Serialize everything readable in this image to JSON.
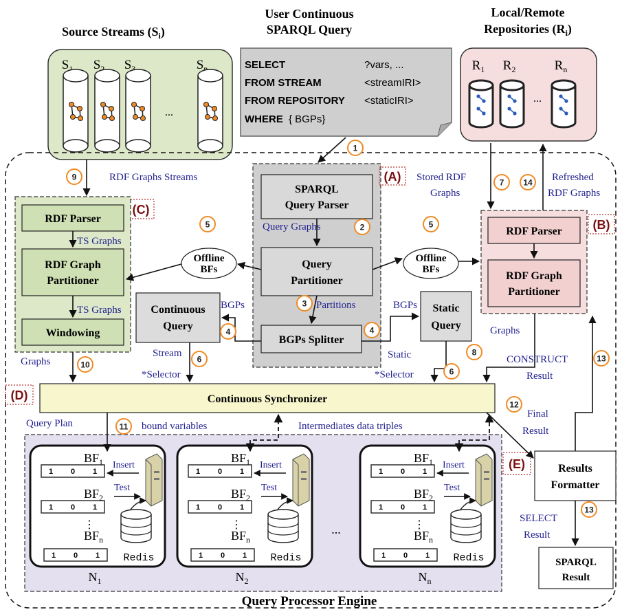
{
  "headers": {
    "source_streams": "Source Streams (S",
    "source_streams_sub": "i",
    "source_streams_end": ")",
    "user_query_line1": "User Continuous",
    "user_query_line2": "SPARQL Query",
    "repos_line1": "Local/Remote",
    "repos_line2": "Repositories (R",
    "repos_sub": "i",
    "repos_end": ")"
  },
  "streams": [
    {
      "base": "S",
      "sub": "1"
    },
    {
      "base": "S",
      "sub": "2"
    },
    {
      "base": "S",
      "sub": "3"
    },
    {
      "base": "S",
      "sub": "n"
    }
  ],
  "stream_dots": "...",
  "repos": [
    {
      "base": "R",
      "sub": "1"
    },
    {
      "base": "R",
      "sub": "2"
    },
    {
      "base": "R",
      "sub": "n"
    }
  ],
  "repo_dots": "...",
  "query_card": {
    "rows": [
      {
        "kw": "SELECT",
        "val": "?vars, ..."
      },
      {
        "kw": "FROM STREAM",
        "val": "<streamIRI>"
      },
      {
        "kw": "FROM REPOSITORY",
        "val": "<staticIRI>"
      },
      {
        "kw": "WHERE",
        "val": "{ BGPs}"
      }
    ]
  },
  "boxes": {
    "sparql_parser_1": "SPARQL",
    "sparql_parser_2": "Query Parser",
    "query_partitioner_1": "Query",
    "query_partitioner_2": "Partitioner",
    "bgps_splitter": "BGPs Splitter",
    "continuous_query_1": "Continuous",
    "continuous_query_2": "Query",
    "static_query_1": "Static",
    "static_query_2": "Query",
    "rdf_parser_left": "RDF Parser",
    "rdf_graph_part_left_1": "RDF Graph",
    "rdf_graph_part_left_2": "Partitioner",
    "windowing": "Windowing",
    "rdf_parser_right": "RDF Parser",
    "rdf_graph_part_right_1": "RDF Graph",
    "rdf_graph_part_right_2": "Partitioner",
    "synchronizer": "Continuous Synchronizer",
    "results_formatter_1": "Results",
    "results_formatter_2": "Formatter",
    "sparql_result_1": "SPARQL",
    "sparql_result_2": "Result",
    "engine_title": "Query Processor Engine"
  },
  "offline_bfs": {
    "line1": "Offline",
    "line2": "BFs"
  },
  "section_labels": {
    "A": "(A)",
    "B": "(B)",
    "C": "(C)",
    "D": "(D)",
    "E": "(E)"
  },
  "edge_labels": {
    "rdf_graph_streams": "RDF Graphs Streams",
    "stored_rdf_1": "Stored RDF",
    "stored_rdf_2": "Graphs",
    "refreshed_1": "Refreshed",
    "refreshed_2": "RDF Graphs",
    "query_graphs": "Query Graphs",
    "partitions": "Partitions",
    "bgps_left": "BGPs",
    "bgps_right": "BGPs",
    "ts_graphs_1": "TS Graphs",
    "ts_graphs_2": "TS Graphs",
    "graphs_left": "Graphs",
    "graphs_right": "Graphs",
    "stream_selector_1": "Stream",
    "stream_selector_2": "*Selector",
    "static_selector_1": "Static",
    "static_selector_2": "*Selector",
    "construct_1": "CONSTRUCT",
    "construct_2": "Result",
    "final_1": "Final",
    "final_2": "Result",
    "select_1": "SELECT",
    "select_2": "Result",
    "query_plan": "Query Plan",
    "bound_vars": "bound variables",
    "intermediates": "Intermediates data triples"
  },
  "steps": {
    "s1": "1",
    "s2": "2",
    "s3": "3",
    "s4a": "4",
    "s4b": "4",
    "s5a": "5",
    "s5b": "5",
    "s6a": "6",
    "s6b": "6",
    "s7": "7",
    "s8": "8",
    "s9": "9",
    "s10": "10",
    "s11": "11",
    "s12": "12",
    "s13a": "13",
    "s13b": "13",
    "s14": "14"
  },
  "nodes": [
    {
      "base": "N",
      "sub": "1"
    },
    {
      "base": "N",
      "sub": "2"
    },
    {
      "base": "N",
      "sub": "n"
    }
  ],
  "node_dots": "...",
  "node_parts": {
    "bf": "BF",
    "bf1_sub": "1",
    "bf2_sub": "2",
    "bfn_sub": "n",
    "bits": [
      "1",
      "0",
      "1"
    ],
    "vdots": "⋮",
    "insert": "Insert",
    "test": "Test",
    "redis": "Redis"
  },
  "colors": {
    "stream_fill": "#dde8c8",
    "repo_fill": "#f6dede",
    "card_fill": "#d0d0d0",
    "engine_fill": "#e4e0ef",
    "sync_fill": "#f8f6cc",
    "step_ring": "#f08a24",
    "label_blue": "#1f1f8f",
    "section_red": "#7a1010"
  }
}
